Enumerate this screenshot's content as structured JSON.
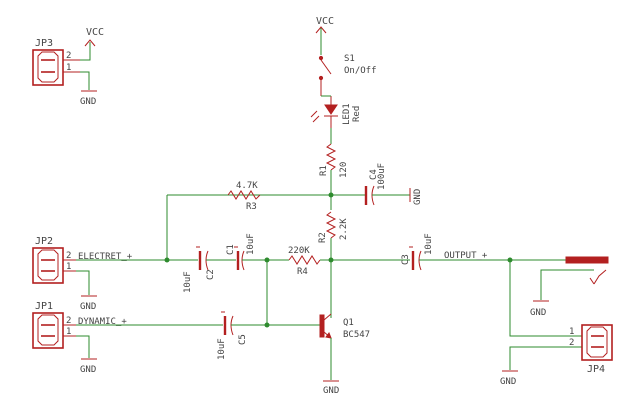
{
  "colors": {
    "wire": "#2e8b2e",
    "symbol": "#b32020",
    "text": "#444444"
  },
  "labels": {
    "jp3": "JP3",
    "jp3_pin2": "2",
    "jp3_pin1": "1",
    "vcc_top_left": "VCC",
    "gnd_jp3": "GND",
    "vcc_top": "VCC",
    "s1_ref": "S1",
    "s1_value": "On/Off",
    "led1_ref": "LED1",
    "led1_value": "Red",
    "r1_ref": "R1",
    "r1_value": "120",
    "c4_ref": "C4",
    "c4_value": "100uF",
    "gnd_c4": "GND",
    "r3_value": "4.7K",
    "r3_ref": "R3",
    "r2_ref": "R2",
    "r2_value": "2.2K",
    "jp2": "JP2",
    "jp2_pin2": "2",
    "jp2_pin1": "1",
    "jp2_net": "ELECTRET_+",
    "gnd_jp2": "GND",
    "c2_value": "10uF",
    "c2_ref": "C2",
    "c1_ref": "C1",
    "c1_value": "10uF",
    "r4_value": "220K",
    "r4_ref": "R4",
    "c3_ref": "C3",
    "c3_value": "10uF",
    "output_net": "OUTPUT_+",
    "gnd_jack": "GND",
    "jp1": "JP1",
    "jp1_pin2": "2",
    "jp1_pin1": "1",
    "jp1_net": "DYNAMIC_+",
    "gnd_jp1": "GND",
    "c5_value": "10uF",
    "c5_ref": "C5",
    "q1_ref": "Q1",
    "q1_value": "BC547",
    "gnd_q1": "GND",
    "jp4_pin1": "1",
    "jp4_pin2": "2",
    "jp4": "JP4",
    "gnd_jp4": "GND"
  }
}
